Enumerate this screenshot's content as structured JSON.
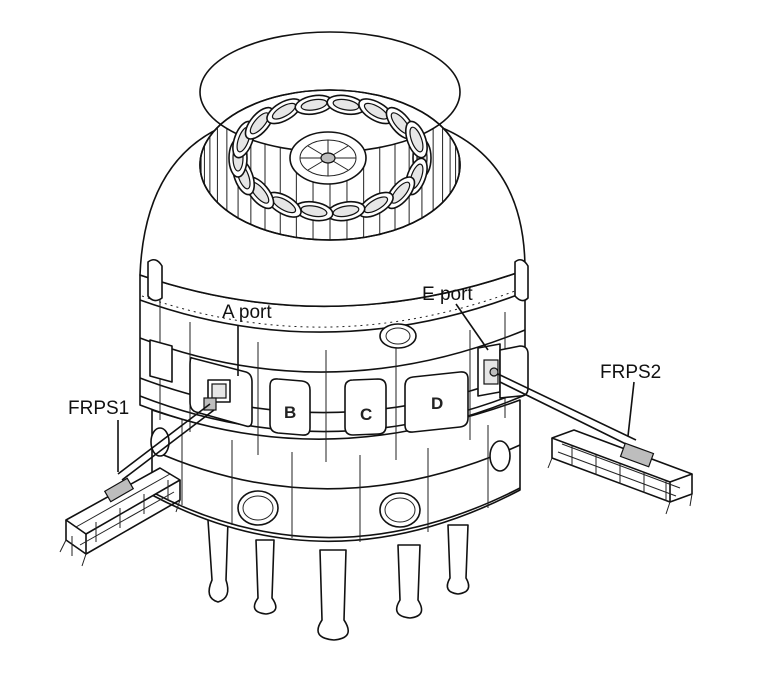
{
  "labels": {
    "a_port": "A port",
    "e_port": "E port",
    "frps1": "FRPS1",
    "frps2": "FRPS2"
  },
  "port_letters": {
    "b": "B",
    "c": "C",
    "d": "D"
  },
  "colors": {
    "line": "#111111",
    "background": "#ffffff"
  }
}
